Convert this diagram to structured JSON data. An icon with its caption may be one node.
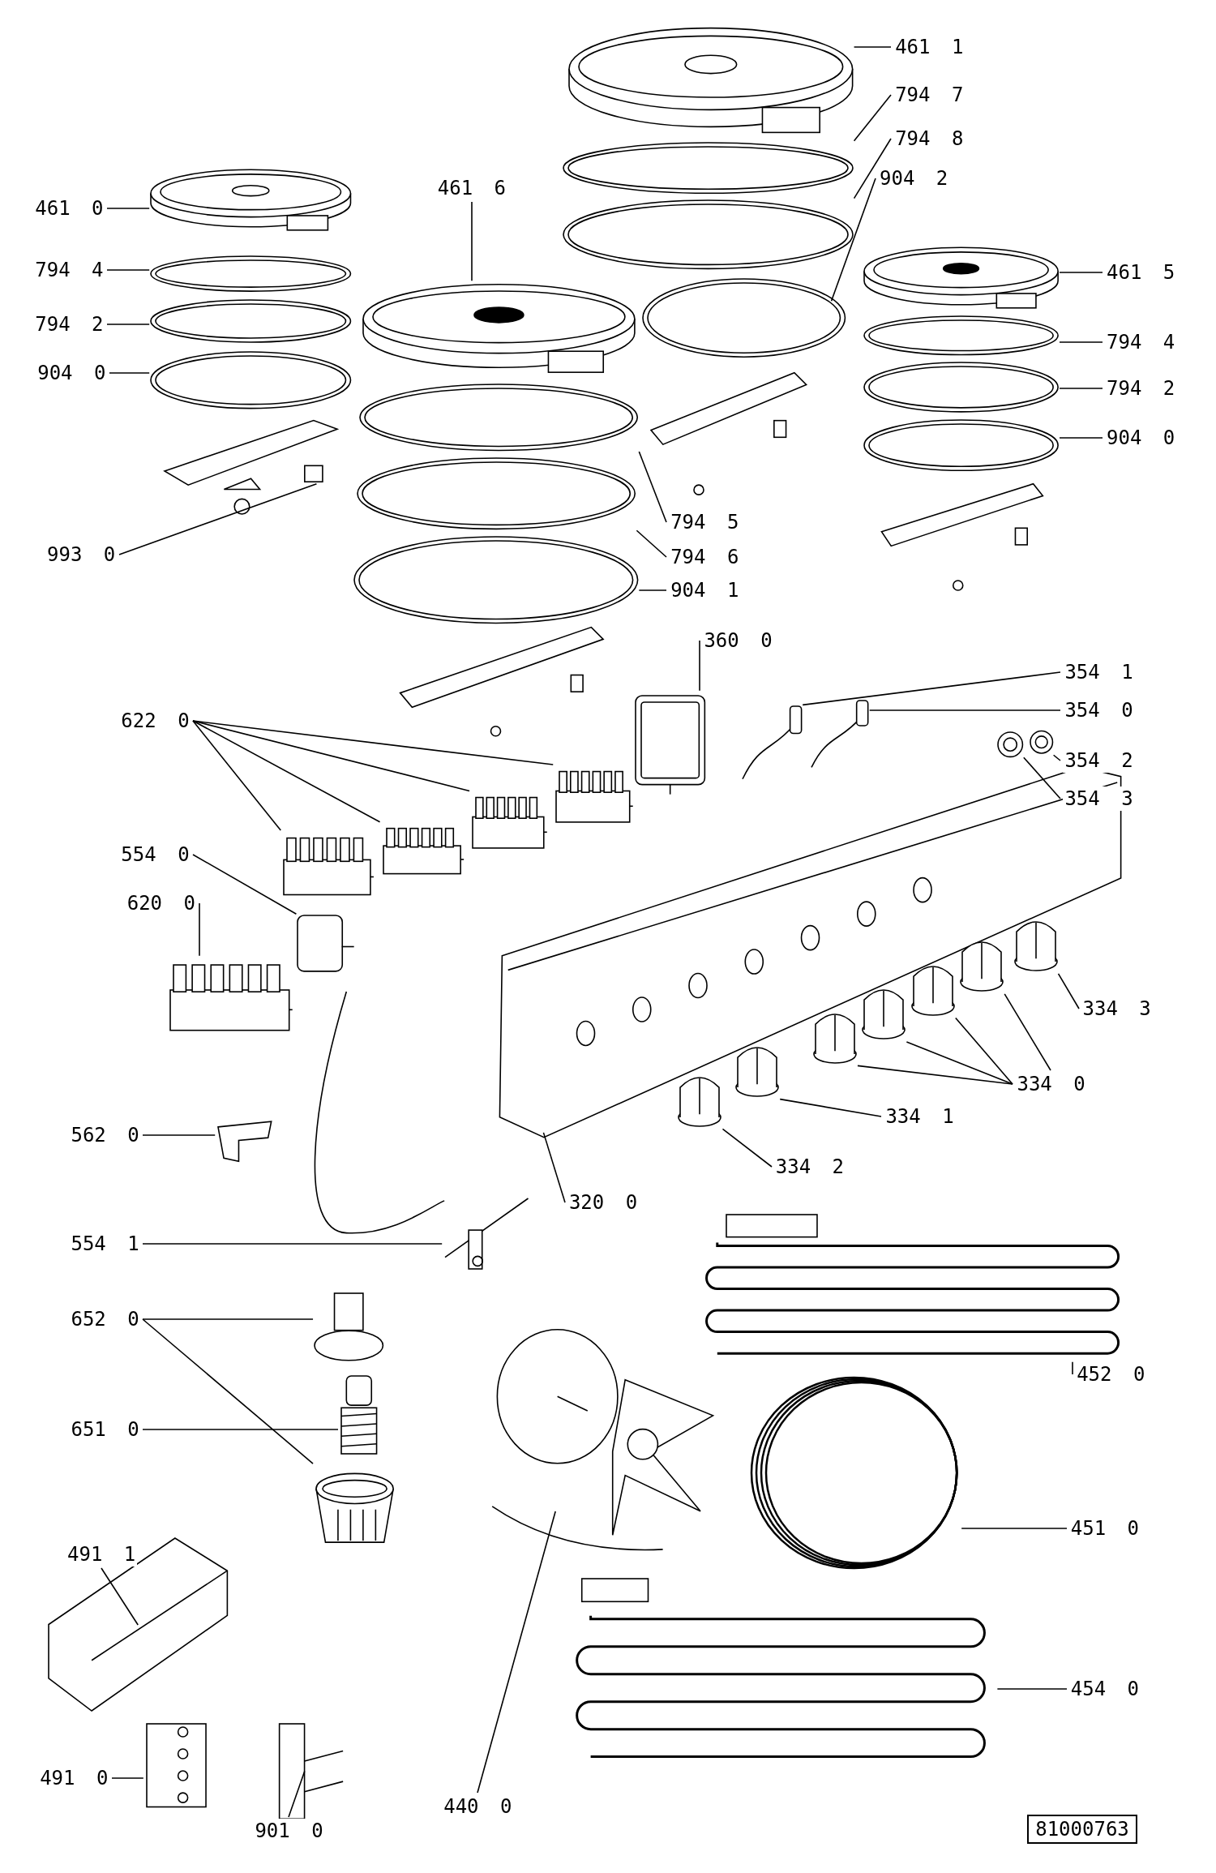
{
  "diagram": {
    "nodes": [
      {
        "text": [
          "461 1"
        ]
      },
      {
        "text": [],
        "shape": "picture"
      },
      {
        "text": [
          "794 7"
        ]
      },
      {
        "text": [],
        "shape": "picture"
      },
      {
        "text": [
          "794 8"
        ]
      },
      {
        "text": [],
        "shape": "picture"
      },
      {
        "text": [
          "904 2"
        ]
      },
      {
        "text": [],
        "shape": "picture"
      },
      {
        "text": [
          "461 6"
        ]
      },
      {
        "text": [],
        "shape": "picture"
      },
      {
        "text": [
          "461 0"
        ]
      },
      {
        "text": [],
        "shape": "picture"
      },
      {
        "text": [
          "794 4"
        ]
      },
      {
        "text": [],
        "shape": "picture"
      },
      {
        "text": [
          "461 5"
        ]
      },
      {
        "text": [],
        "shape": "picture"
      },
      {
        "text": [
          "794 2"
        ]
      },
      {
        "text": [],
        "shape": "picture"
      },
      {
        "text": [
          "794 4"
        ]
      },
      {
        "text": [],
        "shape": "picture"
      },
      {
        "text": [
          "904 0"
        ]
      },
      {
        "text": [],
        "shape": "picture"
      },
      {
        "text": [
          "794 2"
        ]
      },
      {
        "text": [],
        "shape": "picture"
      },
      {
        "text": [
          "904 0"
        ]
      },
      {
        "text": [],
        "shape": "picture"
      },
      {
        "text": [
          "794 5"
        ]
      },
      {
        "text": [],
        "shape": "picture"
      },
      {
        "text": [
          "794 6"
        ]
      },
      {
        "text": [],
        "shape": "picture"
      },
      {
        "text": [
          "904 1"
        ]
      },
      {
        "text": [],
        "shape": "picture"
      },
      {
        "text": [
          "993 0"
        ]
      },
      {
        "text": [],
        "shape": "picture"
      },
      {
        "text": [
          "360 0"
        ]
      },
      {
        "text": [],
        "shape": "picture"
      },
      {
        "text": [
          "354 1"
        ]
      },
      {
        "text": [],
        "shape": "picture"
      },
      {
        "text": [
          "354 0"
        ]
      },
      {
        "text": [],
        "shape": "picture"
      },
      {
        "text": [
          "622 0"
        ]
      },
      {
        "text": [],
        "shape": "picture"
      },
      {
        "text": [],
        "shape": "picture"
      },
      {
        "text": [],
        "shape": "picture"
      },
      {
        "text": [],
        "shape": "picture"
      },
      {
        "text": [
          "354 2"
        ]
      },
      {
        "text": [],
        "shape": "picture"
      },
      {
        "text": [
          "354 3"
        ]
      },
      {
        "text": [],
        "shape": "picture"
      },
      {
        "text": [
          "554 0"
        ]
      },
      {
        "text": [],
        "shape": "picture"
      },
      {
        "text": [
          "620 0"
        ]
      },
      {
        "text": [],
        "shape": "picture"
      },
      {
        "text": [
          "334 3"
        ]
      },
      {
        "text": [],
        "shape": "picture"
      },
      {
        "text": [
          "334 0"
        ]
      },
      {
        "text": [],
        "shape": "picture"
      },
      {
        "text": [],
        "shape": "picture"
      },
      {
        "text": [],
        "shape": "picture"
      },
      {
        "text": [],
        "shape": "picture"
      },
      {
        "text": [
          "334 1"
        ]
      },
      {
        "text": [],
        "shape": "picture"
      },
      {
        "text": [
          "562 0"
        ]
      },
      {
        "text": [],
        "shape": "picture"
      },
      {
        "text": [
          "334 2"
        ]
      },
      {
        "text": [],
        "shape": "picture"
      },
      {
        "text": [
          "320 0"
        ]
      },
      {
        "text": [],
        "shape": "picture"
      },
      {
        "text": [
          "554 1"
        ]
      },
      {
        "text": [],
        "shape": "picture"
      },
      {
        "text": [
          "652 0"
        ]
      },
      {
        "text": [],
        "shape": "picture"
      },
      {
        "text": [],
        "shape": "picture"
      },
      {
        "text": [
          "452 0"
        ]
      },
      {
        "text": [],
        "shape": "picture"
      },
      {
        "text": [
          "651 0"
        ]
      },
      {
        "text": [],
        "shape": "picture"
      },
      {
        "text": [
          "451 0"
        ]
      },
      {
        "text": [],
        "shape": "picture"
      },
      {
        "text": [
          "491 1"
        ]
      },
      {
        "text": [],
        "shape": "picture"
      },
      {
        "text": [
          "454 0"
        ]
      },
      {
        "text": [],
        "shape": "picture"
      },
      {
        "text": [
          "491 0"
        ]
      },
      {
        "text": [],
        "shape": "picture"
      },
      {
        "text": [
          "440 0"
        ]
      },
      {
        "text": [],
        "shape": "picture"
      },
      {
        "text": [
          "901 0"
        ]
      },
      {
        "text": [],
        "shape": "picture"
      },
      {
        "text": [
          "81000763"
        ]
      }
    ],
    "edges": [
      {
        "from": 0,
        "to": 1,
        "arrow": "none"
      },
      {
        "from": 2,
        "to": 3,
        "arrow": "none"
      },
      {
        "from": 4,
        "to": 5,
        "arrow": "none"
      },
      {
        "from": 6,
        "to": 7,
        "arrow": "none"
      },
      {
        "from": 8,
        "to": 9,
        "arrow": "none"
      },
      {
        "from": 10,
        "to": 11,
        "arrow": "none"
      },
      {
        "from": 12,
        "to": 13,
        "arrow": "none"
      },
      {
        "from": 14,
        "to": 15,
        "arrow": "none"
      },
      {
        "from": 16,
        "to": 17,
        "arrow": "none"
      },
      {
        "from": 18,
        "to": 19,
        "arrow": "none"
      },
      {
        "from": 20,
        "to": 21,
        "arrow": "none"
      },
      {
        "from": 22,
        "to": 23,
        "arrow": "none"
      },
      {
        "from": 24,
        "to": 25,
        "arrow": "none"
      },
      {
        "from": 26,
        "to": 27,
        "arrow": "none"
      },
      {
        "from": 28,
        "to": 29,
        "arrow": "none"
      },
      {
        "from": 30,
        "to": 31,
        "arrow": "none"
      },
      {
        "from": 32,
        "to": 33,
        "arrow": "none"
      },
      {
        "from": 34,
        "to": 35,
        "arrow": "none"
      },
      {
        "from": 36,
        "to": 37,
        "arrow": "none"
      },
      {
        "from": 38,
        "to": 39,
        "arrow": "none"
      },
      {
        "from": 40,
        "to": 41,
        "arrow": "none"
      },
      {
        "from": 40,
        "to": 42,
        "arrow": "none"
      },
      {
        "from": 40,
        "to": 43,
        "arrow": "none"
      },
      {
        "from": 40,
        "to": 44,
        "arrow": "none"
      },
      {
        "from": 45,
        "to": 46,
        "arrow": "none"
      },
      {
        "from": 47,
        "to": 48,
        "arrow": "none"
      },
      {
        "from": 49,
        "to": 50,
        "arrow": "none"
      },
      {
        "from": 51,
        "to": 52,
        "arrow": "none"
      },
      {
        "from": 53,
        "to": 54,
        "arrow": "none"
      },
      {
        "from": 55,
        "to": 56,
        "arrow": "none"
      },
      {
        "from": 55,
        "to": 57,
        "arrow": "none"
      },
      {
        "from": 55,
        "to": 58,
        "arrow": "none"
      },
      {
        "from": 55,
        "to": 59,
        "arrow": "none"
      },
      {
        "from": 60,
        "to": 61,
        "arrow": "none"
      },
      {
        "from": 62,
        "to": 63,
        "arrow": "none"
      },
      {
        "from": 64,
        "to": 65,
        "arrow": "none"
      },
      {
        "from": 66,
        "to": 67,
        "arrow": "none"
      },
      {
        "from": 68,
        "to": 69,
        "arrow": "none"
      },
      {
        "from": 70,
        "to": 71,
        "arrow": "none"
      },
      {
        "from": 70,
        "to": 72,
        "arrow": "none"
      },
      {
        "from": 73,
        "to": 74,
        "arrow": "none"
      },
      {
        "from": 75,
        "to": 76,
        "arrow": "none"
      },
      {
        "from": 77,
        "to": 78,
        "arrow": "none"
      },
      {
        "from": 79,
        "to": 80,
        "arrow": "none"
      },
      {
        "from": 81,
        "to": 82,
        "arrow": "none"
      },
      {
        "from": 83,
        "to": 84,
        "arrow": "none"
      },
      {
        "from": 85,
        "to": 86,
        "arrow": "none"
      },
      {
        "from": 87,
        "to": 88,
        "arrow": "none"
      }
    ]
  }
}
